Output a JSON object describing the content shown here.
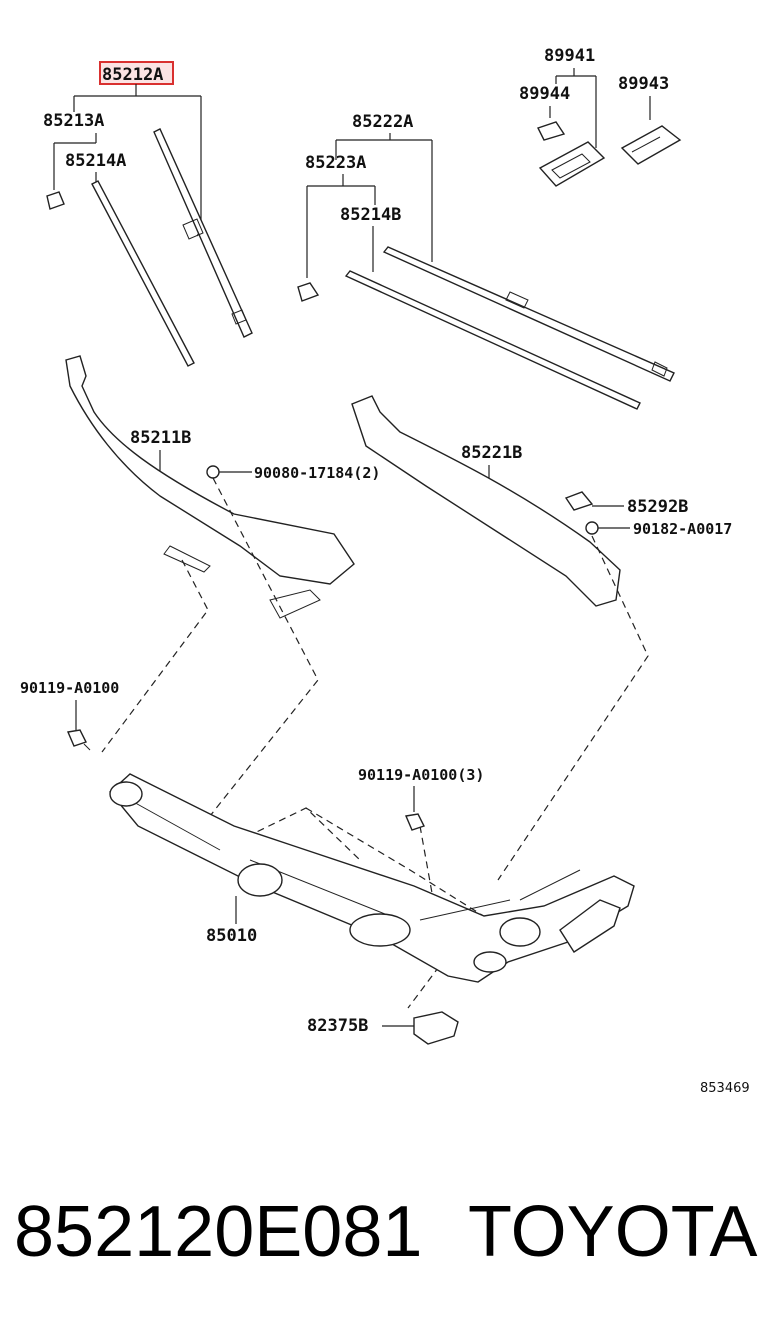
{
  "diagram": {
    "labels": {
      "p85212A": "85212A",
      "p85213A": "85213A",
      "p85214A": "85214A",
      "p85222A": "85222A",
      "p85223A": "85223A",
      "p85214B": "85214B",
      "p89941": "89941",
      "p89944": "89944",
      "p89943": "89943",
      "p85211B": "85211B",
      "p90080": "90080-17184(2)",
      "p85221B": "85221B",
      "p85292B": "85292B",
      "p90182": "90182-A0017",
      "p90119a": "90119-A0100",
      "p90119b": "90119-A0100(3)",
      "p85010": "85010",
      "p82375B": "82375B"
    },
    "ref_code": "853469",
    "highlighted": "85212A"
  },
  "footer": {
    "part_number": "852120E081",
    "brand": "TOYOTA"
  }
}
